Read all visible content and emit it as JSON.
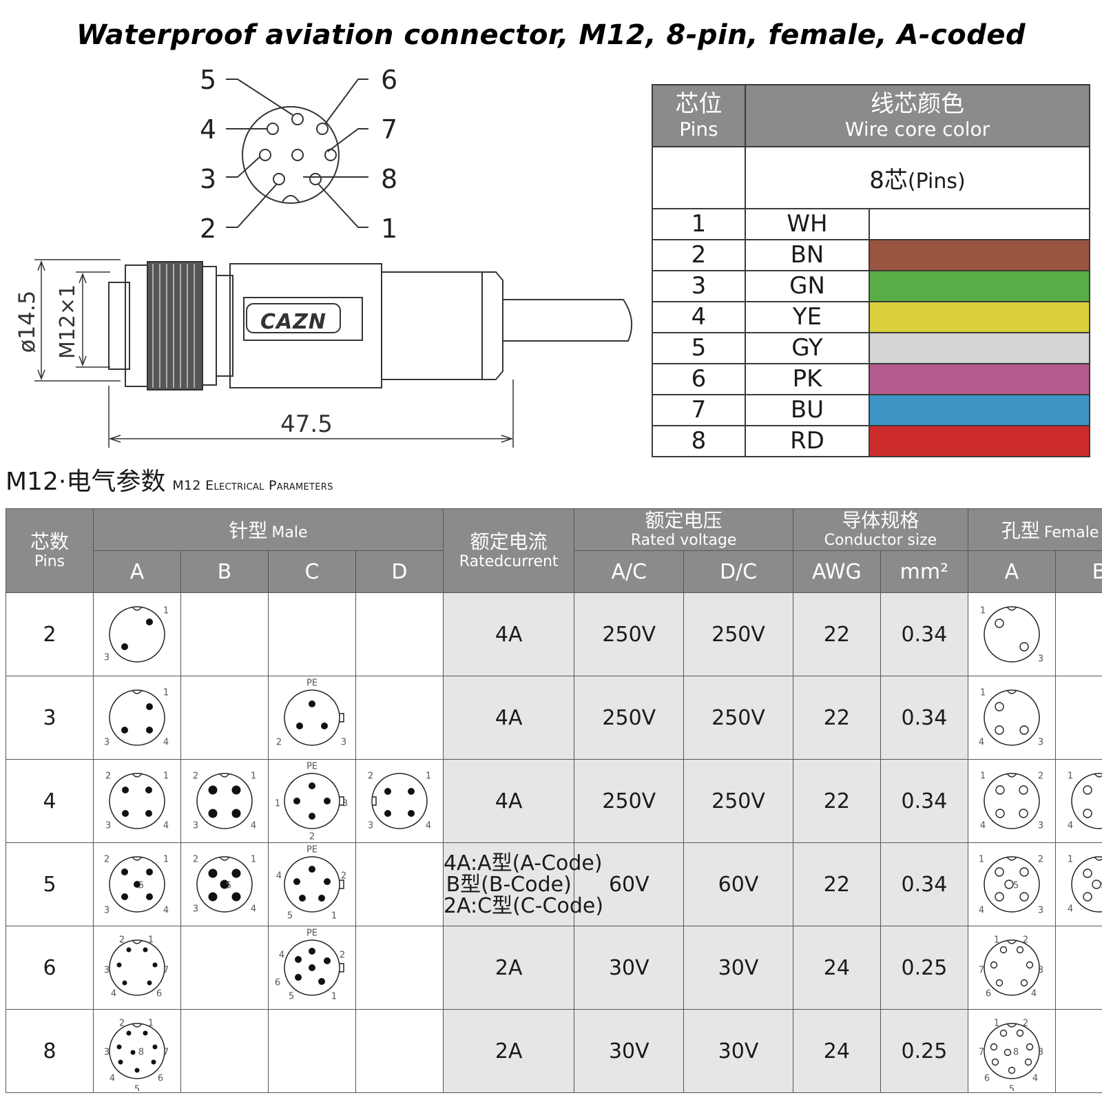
{
  "title": "Waterproof aviation connector, M12, 8-pin, female, A-coded",
  "drawing": {
    "pin_labels": [
      "5",
      "6",
      "4",
      "7",
      "3",
      "8",
      "2",
      "1"
    ],
    "brand": "CAZN",
    "dim_diameter": "ø14.5",
    "dim_thread": "M12×1",
    "dim_length": "47.5"
  },
  "pin_table": {
    "header_pins_cn": "芯位",
    "header_pins_en": "Pins",
    "header_color_cn": "线芯颜色",
    "header_color_en": "Wire core color",
    "count_label_cn": "8芯",
    "count_label_en": "(Pins)",
    "rows": [
      {
        "pin": "1",
        "code": "WH",
        "color": "#ffffff"
      },
      {
        "pin": "2",
        "code": "BN",
        "color": "#9a5540"
      },
      {
        "pin": "3",
        "code": "GN",
        "color": "#5aad46"
      },
      {
        "pin": "4",
        "code": "YE",
        "color": "#dccf3c"
      },
      {
        "pin": "5",
        "code": "GY",
        "color": "#d5d5d5"
      },
      {
        "pin": "6",
        "code": "PK",
        "color": "#b55a8e"
      },
      {
        "pin": "7",
        "code": "BU",
        "color": "#3c95c4"
      },
      {
        "pin": "8",
        "code": "RD",
        "color": "#cc2b2c"
      }
    ]
  },
  "section": {
    "title_cn": "M12·电气参数",
    "title_en": "M12 Electrical Parameters"
  },
  "params": {
    "headers": {
      "pins_cn": "芯数",
      "pins_en": "Pins",
      "male_cn": "针型",
      "male_en": "Male",
      "current_cn": "额定电流",
      "current_en": "Ratedcurrent",
      "voltage_cn": "额定电压",
      "voltage_en": "Rated voltage",
      "conductor_cn": "导体规格",
      "conductor_en": "Conductor size",
      "female_cn": "孔型",
      "female_en": "Female",
      "male_codes": [
        "A",
        "B",
        "C",
        "D"
      ],
      "ac": "A/C",
      "dc": "D/C",
      "awg": "AWG",
      "mm2": "mm²",
      "female_codes": [
        "A",
        "B"
      ]
    },
    "rows": [
      {
        "pins": "2",
        "current": "4A",
        "ac": "250V",
        "dc": "250V",
        "awg": "22",
        "mm2": "0.34"
      },
      {
        "pins": "3",
        "current": "4A",
        "ac": "250V",
        "dc": "250V",
        "awg": "22",
        "mm2": "0.34"
      },
      {
        "pins": "4",
        "current": "4A",
        "ac": "250V",
        "dc": "250V",
        "awg": "22",
        "mm2": "0.34"
      },
      {
        "pins": "5",
        "current_lines": [
          "4A:A型(A-Code)",
          "B型(B-Code)",
          "2A:C型(C-Code)"
        ],
        "ac": "60V",
        "dc": "60V",
        "awg": "22",
        "mm2": "0.34"
      },
      {
        "pins": "6",
        "current": "2A",
        "ac": "30V",
        "dc": "30V",
        "awg": "24",
        "mm2": "0.25"
      },
      {
        "pins": "8",
        "current": "2A",
        "ac": "30V",
        "dc": "30V",
        "awg": "24",
        "mm2": "0.25"
      }
    ],
    "face_labels": {
      "pe": "PE",
      "p1": "1",
      "p2": "2",
      "p3": "3",
      "p4": "4",
      "p5": "5",
      "p6": "6",
      "p7": "7",
      "p8": "8"
    }
  }
}
